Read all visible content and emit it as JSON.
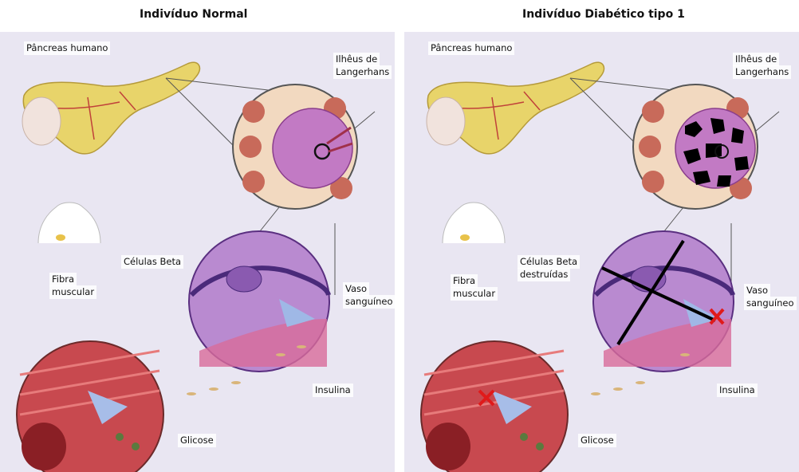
{
  "left": {
    "title": "Indivíduo Normal",
    "labels": {
      "pancreas": "Pâncreas humano",
      "ilheus_1": "Ilhêus de",
      "ilheus_2": "Langerhans",
      "celulas": "Células Beta",
      "vaso_1": "Vaso",
      "vaso_2": "sanguíneo",
      "fibra_1": "Fibra",
      "fibra_2": "muscular",
      "insulina": "Insulina",
      "glicose": "Glicose"
    }
  },
  "right": {
    "title": "Indivíduo Diabético tipo 1",
    "labels": {
      "pancreas": "Pâncreas humano",
      "ilheus_1": "Ilhêus de",
      "ilheus_2": "Langerhans",
      "celulas_1": "Células Beta",
      "celulas_2": "destruídas",
      "vaso_1": "Vaso",
      "vaso_2": "sanguíneo",
      "fibra_1": "Fibra",
      "fibra_2": "muscular",
      "insulina": "Insulina",
      "glicose": "Glicose"
    }
  },
  "colors": {
    "background": "#e9e6f2",
    "pancreas": "#e8d46a",
    "islet_tissue": "#f2d9c0",
    "islet_cells": "#c27ac4",
    "beta_cell": "#b98ad0",
    "muscle": "#c8494f",
    "blood_vessel": "#d86c9a",
    "destroyed_marker": "#000000",
    "blocked_marker": "#e01a1a"
  }
}
